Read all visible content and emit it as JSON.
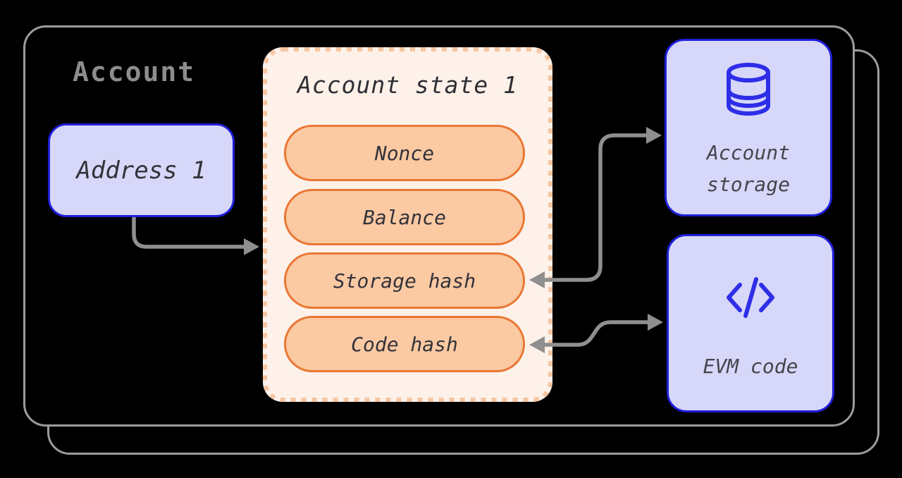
{
  "card": {
    "title": "Account"
  },
  "address_box": {
    "label": "Address 1"
  },
  "state_box": {
    "title": "Account state 1",
    "fields": [
      "Nonce",
      "Balance",
      "Storage hash",
      "Code hash"
    ]
  },
  "storage_box": {
    "icon": "database-icon",
    "label_lines": [
      "Account",
      "storage"
    ]
  },
  "evm_box": {
    "icon": "code-icon",
    "label": "EVM code"
  },
  "arrows": [
    {
      "name": "address-to-state-arrow",
      "from": "address-box",
      "to": "account-state-box"
    },
    {
      "name": "storage-hash-to-account-storage-arrow",
      "from": "storage-hash-pill",
      "to": "account-storage-box",
      "double_headed": true
    },
    {
      "name": "code-hash-to-evm-code-arrow",
      "from": "code-hash-pill",
      "to": "evm-code-box",
      "double_headed": true
    }
  ],
  "colors": {
    "background": "#000000",
    "card_border": "#9c9c9c",
    "title_gray": "#8d8d8d",
    "arrow_gray": "#8f8f8f",
    "lavender_fill": "#d7d7f9",
    "blue_border": "#1f1fd8",
    "icon_blue": "#2e2ee8",
    "state_bg": "#fdf1e9",
    "state_dash": "#f7c5a0",
    "pill_fill": "#fbc9a2",
    "pill_border": "#ea7733",
    "text_dark": "#33333b"
  }
}
